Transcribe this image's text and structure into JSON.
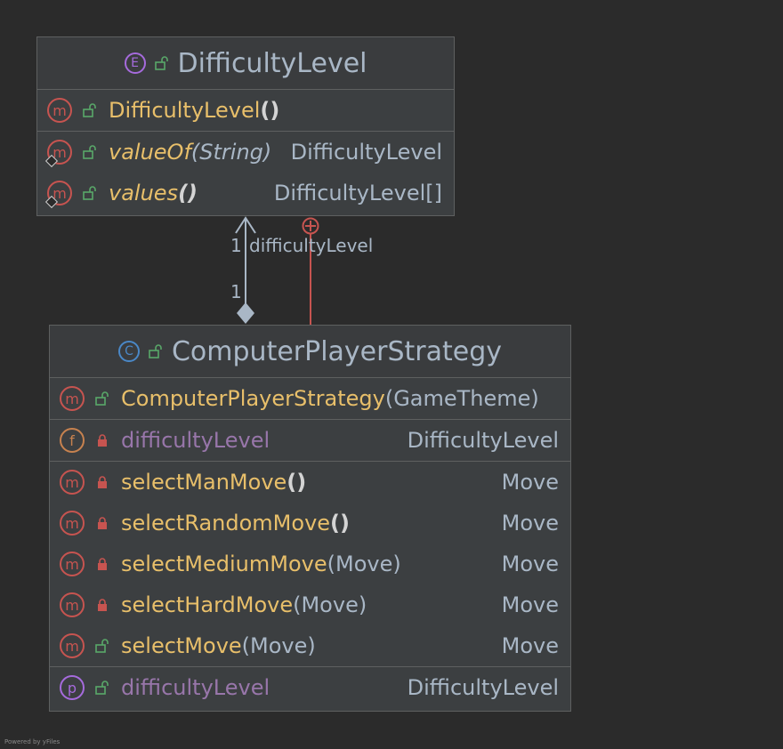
{
  "enum_class": {
    "kind_letter": "E",
    "name": "DifficultyLevel",
    "constructors": [
      {
        "kind": "m",
        "name": "DifficultyLevel",
        "params": "()",
        "type": ""
      }
    ],
    "methods": [
      {
        "kind": "m",
        "name": "valueOf",
        "params": "(String)",
        "type": "DifficultyLevel"
      },
      {
        "kind": "m",
        "name": "values",
        "params": "()",
        "type": "DifficultyLevel[]"
      }
    ]
  },
  "strategy_class": {
    "kind_letter": "C",
    "name": "ComputerPlayerStrategy",
    "constructor": {
      "kind": "m",
      "name": "ComputerPlayerStrategy",
      "params": "(GameTheme)",
      "type": ""
    },
    "field": {
      "kind": "f",
      "name": "difficultyLevel",
      "type": "DifficultyLevel"
    },
    "methods": [
      {
        "kind": "m",
        "name": "selectManMove",
        "params": "()",
        "type": "Move"
      },
      {
        "kind": "m",
        "name": "selectRandomMove",
        "params": "()",
        "type": "Move"
      },
      {
        "kind": "m",
        "name": "selectMediumMove",
        "params": "(Move)",
        "type": "Move"
      },
      {
        "kind": "m",
        "name": "selectHardMove",
        "params": "(Move)",
        "type": "Move"
      },
      {
        "kind": "m",
        "name": "selectMove",
        "params": "(Move)",
        "type": "Move"
      }
    ],
    "property": {
      "kind": "p",
      "name": "difficultyLevel",
      "type": "DifficultyLevel"
    }
  },
  "association": {
    "source_multiplicity": "1",
    "target_multiplicity": "1",
    "role": "difficultyLevel"
  },
  "footer_text": "Powered by yFiles",
  "colors": {
    "background": "#2b2b2b",
    "box": "#3c3f41",
    "method": "#e8bf6a",
    "field": "#9876aa",
    "inner_class_link": "#c75450"
  }
}
